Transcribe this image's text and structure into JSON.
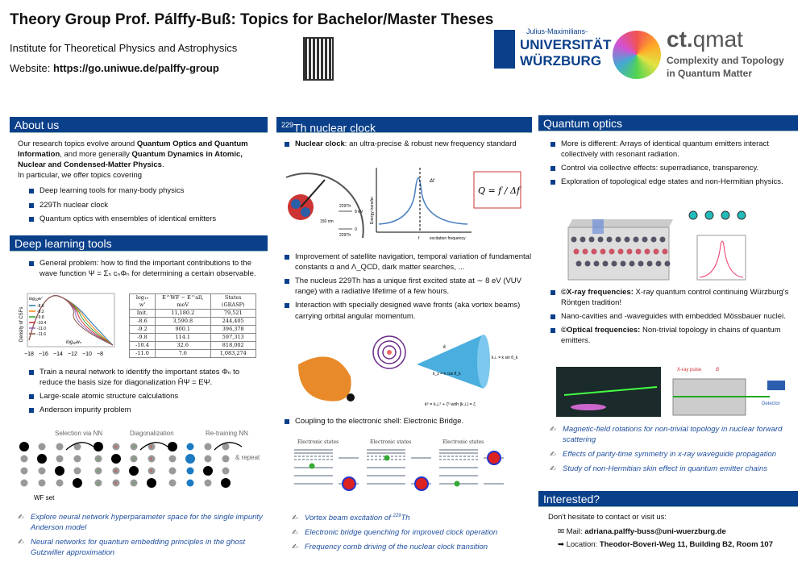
{
  "header": {
    "title": "Theory Group Prof. Pálffy-Buß: Topics for Bachelor/Master Theses",
    "institute": "Institute for Theoretical Physics and Astrophysics",
    "website_label": "Website:",
    "website_url": "https://go.uniwue.de/palffy-group",
    "uni_logo_small": "Julius-Maximilians-",
    "uni_logo_line1": "UNIVERSITÄT",
    "uni_logo_line2": "WÜRZBURG",
    "ctqmat_name_a": "ct.",
    "ctqmat_name_b": "qmat",
    "ctqmat_tag1": "Complexity and Topology",
    "ctqmat_tag2": "in Quantum Matter"
  },
  "about": {
    "heading": "About us",
    "p1_a": "Our research topics evolve around ",
    "p1_b": "Quantum Optics and Quantum Information",
    "p1_c": ", and more generally ",
    "p1_d": "Quantum Dynamics in Atomic, Nuclear and Condensed-Matter Physics",
    "p1_e": ".",
    "p2": "In particular, we offer topics covering",
    "items": [
      "Deep learning tools for many-body physics",
      "229Th nuclear clock",
      "Quantum optics with ensembles of identical emitters"
    ]
  },
  "deep": {
    "heading": "Deep learning tools",
    "b1": "General problem: how to find the important contributions to the wave function Ψ = Σₙ cₙΦₙ for determining a certain observable.",
    "plot": {
      "ylabel": "Density of CSFs",
      "xlabel": "log₁₀wₙ",
      "legend_title": "log₁₀w'",
      "legend": [
        "-8.6",
        "-9.2",
        "-9.8",
        "-10.4",
        "-11.0",
        "-11.6"
      ],
      "colors": [
        "#1f77b4",
        "#ff7f0e",
        "#2ca02c",
        "#d62728",
        "#9467bd",
        "#8c564b"
      ],
      "xticks": [
        "−18",
        "−16",
        "−14",
        "−12",
        "−10",
        "−8"
      ]
    },
    "table": {
      "headers": [
        "log₁₀ w'",
        "E^WF − E^all, meV",
        "States (GRASP)"
      ],
      "rows": [
        [
          "Init.",
          "11,180.2",
          "79,521"
        ],
        [
          "-8.6",
          "3,590.8",
          "244,405"
        ],
        [
          "-9.2",
          "900.1",
          "396,378"
        ],
        [
          "-9.8",
          "114.1",
          "597,313"
        ],
        [
          "-10.4",
          "32.6",
          "818,002"
        ],
        [
          "-11.0",
          "7.6",
          "1,083,274"
        ]
      ]
    },
    "bullets": [
      "Train a neural network to identify the important states Φₙ to reduce the basis size for diagonalization ĤΨ = EΨ.",
      "Large-scale atomic structure calculations",
      "Anderson impurity problem"
    ],
    "fig": {
      "step1": "Selection via NN",
      "step2": "Diagonalization",
      "step3": "Re-training NN",
      "step3b": "& repeat",
      "wf": "WF set"
    },
    "topics": [
      "Explore neural network hyperparameter space for the single impurity Anderson model",
      "Neural networks for quantum embedding principles in the ghost Gutzwiller approximation"
    ]
  },
  "clock": {
    "heading_sup": "229",
    "heading": "Th nuclear clock",
    "b1_bold": "Nuclear clock",
    "b1": ": an ultra-precise & robust new frequency standard",
    "fig": {
      "ylabel": "Energy transfer",
      "xlabel": "excitation frequency",
      "f": "f",
      "df": "Δf",
      "q": "Q = f / Δf",
      "ev": "8 eV",
      "nm": "150 nm",
      "th1": "229Th",
      "th2": "229Th",
      "zero": "0"
    },
    "bullets": [
      "Improvement of satellite navigation, temporal variation of fundamental constants α and Λ_QCD, dark matter searches, ...",
      "The nucleus 229Th has a unique first excited state at ∼ 8 eV (VUV range) with a radiative lifetime of a few hours.",
      "Interaction with specially designed wave fronts (aka vortex beams) carrying orbital angular momentum."
    ],
    "vortex": {
      "k": "k",
      "kz": "k_z = k cos θ_k",
      "kperp": "k⊥ = k sin θ_k",
      "eq": "k² = k⊥² + ζ² with |k⊥| = ζ"
    },
    "b_coupling": "Coupling to the electronic shell: Electronic Bridge.",
    "el_label": "Electronic states",
    "topics_a": "Vortex beam excitation of ",
    "topics_sup": "229",
    "topics_b": "Th",
    "topics": [
      "Electronic bridge quenching for improved clock operation",
      "Frequency comb driving of the nuclear clock transition"
    ]
  },
  "qo": {
    "heading": "Quantum optics",
    "bullets": [
      "More is different: Arrays of identical quantum emitters interact collectively with resonant radiation.",
      "Control via collective effects: superradiance, transparency.",
      "Exploration of topological edge states and non-Hermitian physics."
    ],
    "b2": [
      {
        "bold": "©X-ray frequencies:",
        "text": " X-ray quantum control continuing Würzburg's Röntgen tradition!"
      },
      {
        "bold": "",
        "text": "Nano-cavities and -waveguides with embedded Mössbauer nuclei."
      },
      {
        "bold": "©Optical frequencies:",
        "text": " Non-trivial topology in chains of quantum emitters."
      }
    ],
    "fig": {
      "xray": "X-ray pulse",
      "detector": "Detector",
      "b": "B"
    },
    "topics": [
      "Magnetic-field rotations for non-trivial topology in nuclear forward scattering",
      "Effects of parity-time symmetry in x-ray waveguide propagation",
      "Study of non-Hermitian skin effect in quantum emitter chains"
    ]
  },
  "contact": {
    "heading": "Interested?",
    "intro": "Don't hesitate to contact or visit us:",
    "mail_label": "Mail: ",
    "mail": "adriana.palffy-buss@uni-wuerzburg.de",
    "loc_label": "Location: ",
    "loc": "Theodor-Boveri-Weg 11, Building B2, Room 107"
  }
}
